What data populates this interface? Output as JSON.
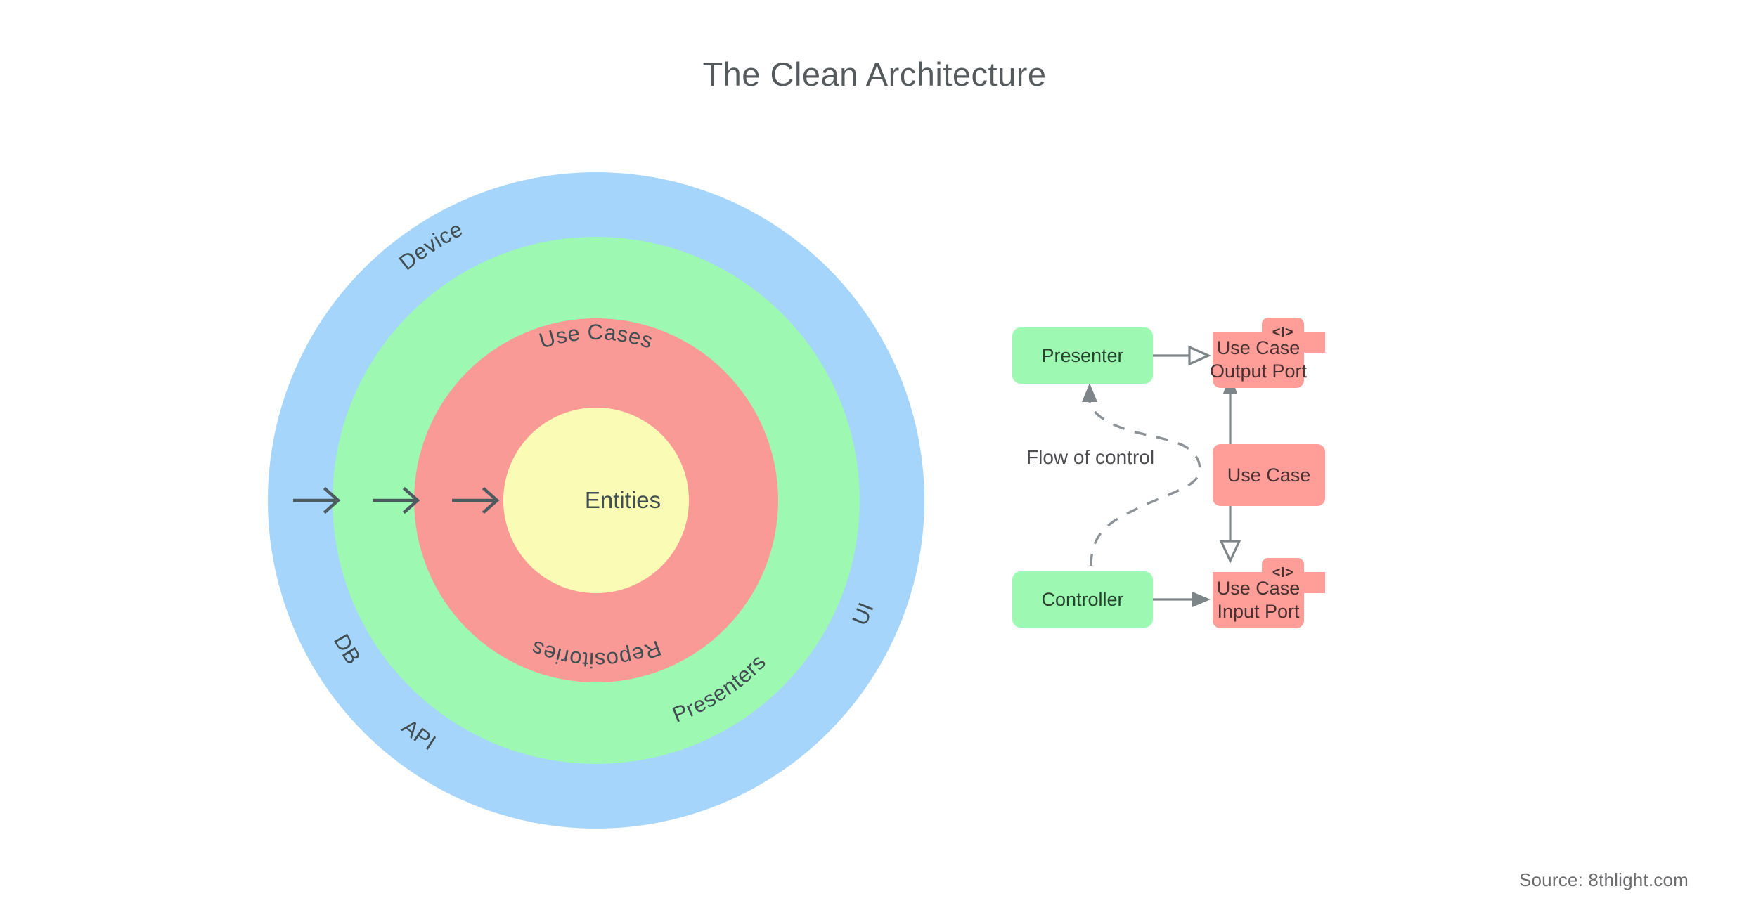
{
  "page": {
    "title": "The Clean Architecture",
    "source_credit": "Source: 8thlight.com",
    "background": "#ffffff"
  },
  "colors": {
    "ring_outer_blue": "#A6D5FC",
    "ring_green": "#9DF9B1",
    "ring_red": "#FA9A97",
    "center_yellow": "#FAFBB4",
    "box_green": "#9DF9B1",
    "box_red": "#FF9E99",
    "arrow_gray": "#4d5a5f",
    "connector_gray": "#7d8588",
    "title_gray": "#555a5c"
  },
  "circles": {
    "center_label": "Entities",
    "rings": [
      {
        "key": "outer_blue",
        "color": "#A6D5FC",
        "radius": 467,
        "labels": [
          "Device",
          "UI",
          "DB",
          "API"
        ]
      },
      {
        "key": "green",
        "color": "#9DF9B1",
        "radius": 375,
        "labels": [
          "Presenters"
        ]
      },
      {
        "key": "red",
        "color": "#FA9A97",
        "radius": 259,
        "labels": [
          "Use Cases",
          "Repositories"
        ]
      },
      {
        "key": "yellow",
        "color": "#FAFBB4",
        "radius": 132,
        "labels": [
          "Entities"
        ]
      }
    ],
    "ring_labels": [
      {
        "text": "Device",
        "ring": "outer_blue",
        "angle": -134
      },
      {
        "text": "UI",
        "ring": "outer_blue",
        "angle": 56
      },
      {
        "text": "DB",
        "ring": "outer_blue",
        "angle": 114
      },
      {
        "text": "API",
        "ring": "outer_blue",
        "angle": 97
      },
      {
        "text": "Presenters",
        "ring": "green",
        "angle": 50
      },
      {
        "text": "Use Cases",
        "ring": "red",
        "angle": -90
      },
      {
        "text": "Repositories",
        "ring": "red",
        "angle": 90
      }
    ],
    "inward_arrows_count": 3,
    "inward_arrows_direction": "right"
  },
  "flow": {
    "control_label": "Flow of control",
    "interface_badge": "<I>",
    "boxes": [
      {
        "id": "presenter",
        "label": "Presenter",
        "type": "green",
        "interface": false
      },
      {
        "id": "use-case-output",
        "label": "Use Case\nOutput Port",
        "line1": "Use Case",
        "line2": "Output Port",
        "type": "red",
        "interface": true
      },
      {
        "id": "use-case",
        "label": "Use Case",
        "type": "red",
        "interface": false
      },
      {
        "id": "controller",
        "label": "Controller",
        "type": "green",
        "interface": false
      },
      {
        "id": "use-case-input",
        "label": "Use Case\nInput Port",
        "line1": "Use Case",
        "line2": "Input Port",
        "type": "red",
        "interface": true
      }
    ],
    "connectors": [
      {
        "from": "presenter",
        "to": "use-case-output",
        "style": "solid",
        "head": "hollow",
        "meaning": "implements"
      },
      {
        "from": "use-case",
        "to": "use-case-output",
        "style": "solid",
        "head": "solid",
        "meaning": "uses"
      },
      {
        "from": "use-case",
        "to": "use-case-input",
        "style": "solid",
        "head": "hollow",
        "meaning": "implements"
      },
      {
        "from": "controller",
        "to": "use-case-input",
        "style": "solid",
        "head": "solid",
        "meaning": "uses"
      },
      {
        "from": "controller",
        "to": "presenter",
        "style": "dashed",
        "head": "solid",
        "meaning": "flow-of-control"
      }
    ]
  }
}
